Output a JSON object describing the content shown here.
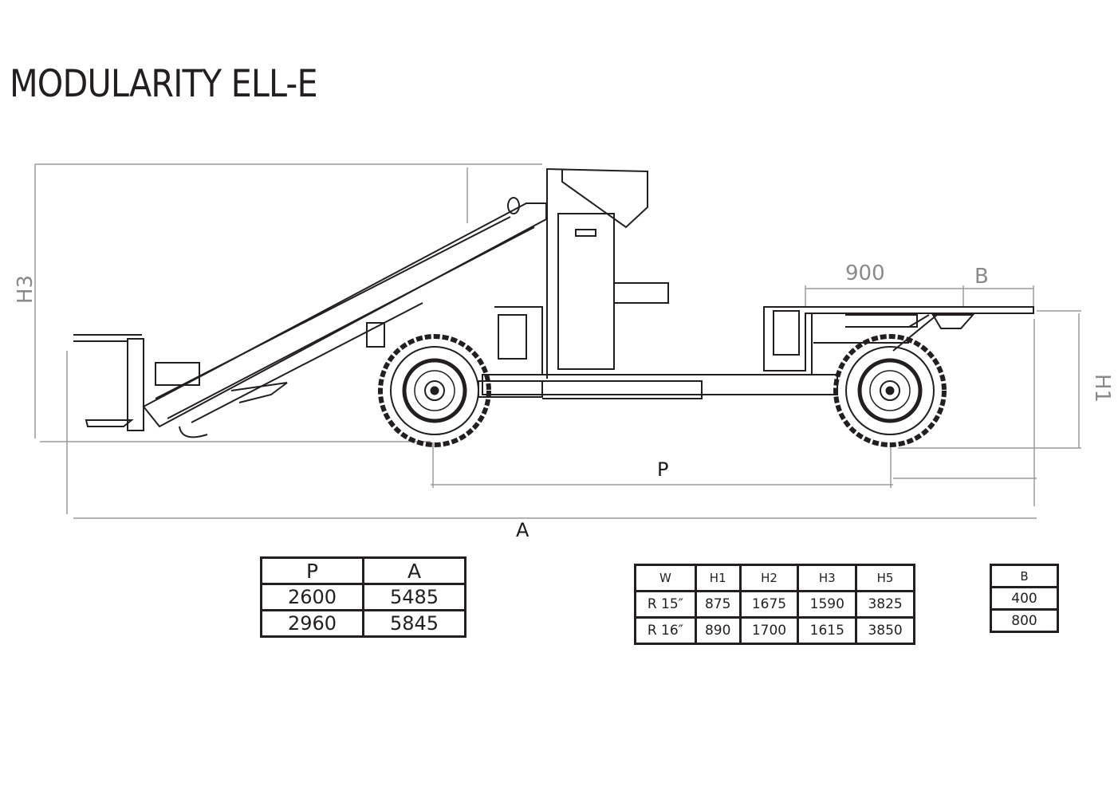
{
  "title": "MODULARITY ELL-E",
  "dimension_labels": {
    "H3": "H3",
    "H1": "H1",
    "P": "P",
    "A": "A",
    "deck_length": "900",
    "B": "B"
  },
  "tables": {
    "wheelbase_length": {
      "headers": [
        "P",
        "A"
      ],
      "rows": [
        [
          "2600",
          "5485"
        ],
        [
          "2960",
          "5845"
        ]
      ]
    },
    "wheel_heights": {
      "headers": [
        "W",
        "H1",
        "H2",
        "H3",
        "H5"
      ],
      "rows": [
        [
          "R 15″",
          "875",
          "1675",
          "1590",
          "3825"
        ],
        [
          "R 16″",
          "890",
          "1700",
          "1615",
          "3850"
        ]
      ]
    },
    "deck_extension": {
      "headers": [
        "B"
      ],
      "rows": [
        [
          "400"
        ],
        [
          "800"
        ]
      ]
    }
  },
  "colors": {
    "line": "#231f20",
    "dimension": "#9a9a9a"
  }
}
